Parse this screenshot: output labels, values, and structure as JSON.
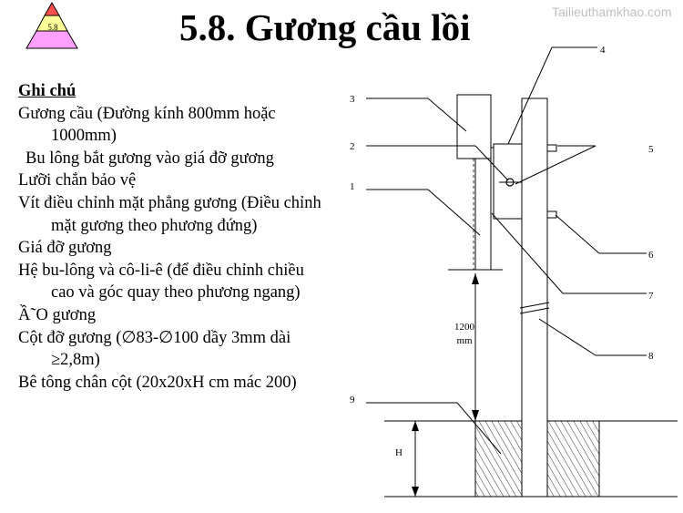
{
  "title": "5.8. Gương cầu lồi",
  "watermark": "Tailieuthamkhao.com",
  "badge": "5.8",
  "notes": {
    "heading": "Ghi chú",
    "items": [
      "Gương cầu (Đường kính 800mm hoặc 1000mm)",
      "Bu lông bắt gương vào giá đỡ gương",
      "Lưỡi chắn bảo vệ",
      "Vít điều chỉnh mặt phẳng gương (Điều chỉnh mặt gương theo phương đứng)",
      "Giá đỡ gương",
      "Hệ bu-lông và cô-li-ê (để điều chỉnh chiều cao và góc quay theo phương ngang)",
      "Ầ˜O gương",
      "Cột đỡ gương (∅83-∅100 dầy 3mm dài ≥2,8m)",
      "Bê tông chân cột (20x20xH cm mác 200)"
    ]
  },
  "diagram": {
    "callouts": [
      "1",
      "2",
      "3",
      "4",
      "5",
      "6",
      "7",
      "8",
      "9"
    ],
    "height_label_1": "1200",
    "height_label_2": "mm",
    "depth_label": "H"
  },
  "colors": {
    "pyramid_top": "#ff5050",
    "pyramid_mid": "#ffff99",
    "pyramid_bottom": "#ffa0ff",
    "watermark": "#c0c0c0"
  }
}
